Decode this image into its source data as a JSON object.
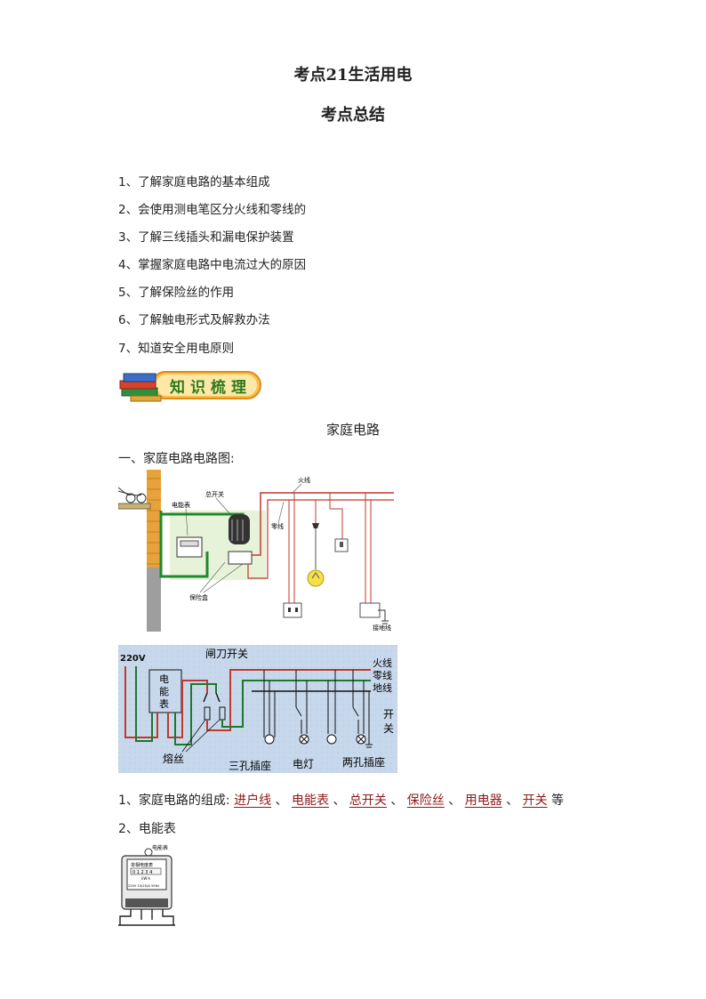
{
  "header": {
    "title": "考点21生活用电",
    "subtitle": "考点总结"
  },
  "objectives": [
    "1、了解家庭电路的基本组成",
    "2、会使用测电笔区分火线和零线的",
    "3、了解三线插头和漏电保护装置",
    "4、掌握家庭电路中电流过大的原因",
    "5、了解保险丝的作用",
    "6、了解触电形式及解救办法",
    "7、知道安全用电原则"
  ],
  "banner": {
    "text": "知识梳理"
  },
  "section": {
    "title": "家庭电路",
    "diagram_heading": "一、家庭电路电路图:"
  },
  "diagram1": {
    "labels": {
      "meter": "电能表",
      "main_switch": "总开关",
      "fire_wire": "火线",
      "neutral_wire": "零线",
      "fuse_box": "保险盒",
      "ground_wire": "接地线"
    }
  },
  "diagram2": {
    "labels": {
      "voltage": "220V",
      "knife_switch": "闸刀开关",
      "meter_line1": "电",
      "meter_line2": "能",
      "meter_line3": "表",
      "fire": "火线",
      "neutral": "零线",
      "ground": "地线",
      "switch_line1": "开",
      "switch_line2": "关",
      "fuse": "熔丝",
      "three_hole": "三孔插座",
      "lamp": "电灯",
      "two_hole": "两孔插座"
    }
  },
  "composition": {
    "prefix": "1、家庭电路的组成:",
    "items": [
      "进户线",
      "电能表",
      "总开关",
      "保险丝",
      "用电器",
      "开关"
    ],
    "separator": "、",
    "suffix": "等"
  },
  "meter_section": {
    "heading": "2、电能表",
    "image_labels": {
      "top": "电能表",
      "panel": "单相电度表",
      "digits": "0 1 2 3 4",
      "unit": "kW·h",
      "spec": "220V 10(20)A 50Hz"
    }
  },
  "colors": {
    "fill_text": "#8b1a1a",
    "fire_wire": "#c0392b",
    "neutral_wire": "#1a7a2a",
    "diagram2_bg": "#c8d8ec",
    "banner_orange": "#f5a623"
  }
}
